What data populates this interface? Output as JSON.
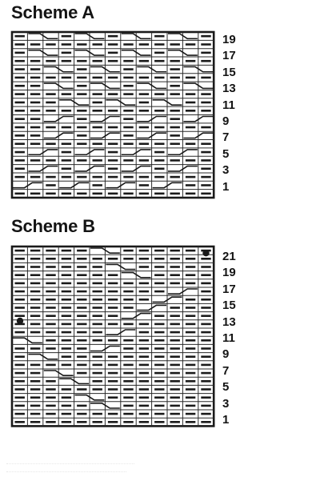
{
  "scheme_a": {
    "title": "Scheme A",
    "row_labels": [
      "19",
      "17",
      "15",
      "13",
      "11",
      "9",
      "7",
      "5",
      "3",
      "1"
    ]
  },
  "scheme_b": {
    "title": "Scheme B",
    "row_labels": [
      "21",
      "19",
      "17",
      "15",
      "13",
      "11",
      "9",
      "7",
      "5",
      "3",
      "1"
    ]
  },
  "colors": {
    "ink": "#1a1a1a",
    "grid": "#2a2a2a",
    "background": "#ffffff"
  },
  "symbols": {
    "purl": "dash-symbol",
    "cable": "diagonal-cable-symbol",
    "bobble": "dot-symbol"
  }
}
